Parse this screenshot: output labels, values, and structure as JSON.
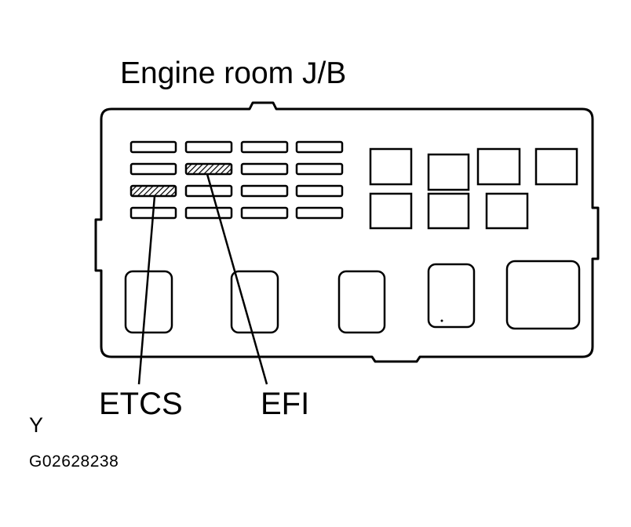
{
  "diagram": {
    "title": "Engine room J/B",
    "callouts": {
      "etcs": "ETCS",
      "efi": "EFI"
    },
    "marker": "Y",
    "figure_id": "G02628238",
    "colors": {
      "stroke": "#000000",
      "background": "#ffffff"
    }
  }
}
